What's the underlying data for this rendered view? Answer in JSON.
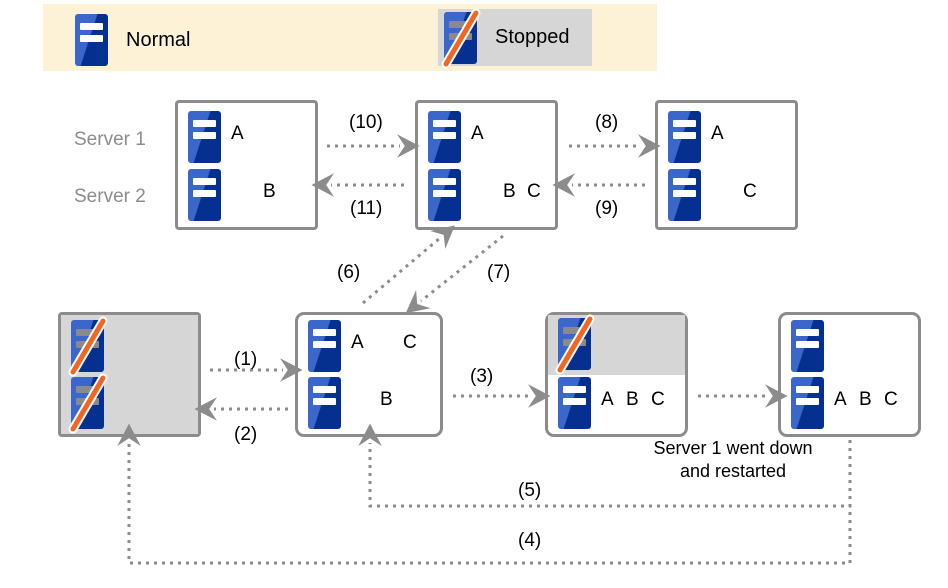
{
  "legend": {
    "normal": {
      "label": "Normal",
      "icon": "server-icon"
    },
    "stopped": {
      "label": "Stopped",
      "icon": "server-stopped-icon"
    }
  },
  "side_labels": {
    "server1": "Server 1",
    "server2": "Server 2"
  },
  "caption": {
    "line1": "Server 1 went down",
    "line2": "and restarted"
  },
  "colors": {
    "legend_background": "#fdf2d5",
    "stopped_background": "#d6d6d6",
    "box_border": "#8c8c8c",
    "icon_light_blue": "#3b66cc",
    "icon_dark_blue": "#06308f",
    "icon_bar_normal": "#ffffff",
    "icon_bar_stopped": "#8a8a8a",
    "slash_orange": "#f26522",
    "arrow_gray": "#8c8c8c",
    "label_gray": "#8c8c8c"
  },
  "states": [
    {
      "id": "top-1",
      "server1": {
        "status": "normal",
        "resources": [
          "A"
        ]
      },
      "server2": {
        "status": "normal",
        "resources": [
          "B"
        ]
      }
    },
    {
      "id": "top-2",
      "server1": {
        "status": "normal",
        "resources": [
          "A"
        ]
      },
      "server2": {
        "status": "normal",
        "resources": [
          "B",
          "C"
        ]
      }
    },
    {
      "id": "top-3",
      "server1": {
        "status": "normal",
        "resources": [
          "A"
        ]
      },
      "server2": {
        "status": "normal",
        "resources": [
          "C"
        ]
      }
    },
    {
      "id": "bottom-1",
      "server1": {
        "status": "stopped",
        "resources": []
      },
      "server2": {
        "status": "stopped",
        "resources": []
      }
    },
    {
      "id": "bottom-2",
      "server1": {
        "status": "normal",
        "resources": [
          "A",
          "C"
        ]
      },
      "server2": {
        "status": "normal",
        "resources": [
          "B"
        ]
      }
    },
    {
      "id": "bottom-3",
      "server1": {
        "status": "stopped",
        "resources": []
      },
      "server2": {
        "status": "normal",
        "resources": [
          "A",
          "B",
          "C"
        ]
      }
    },
    {
      "id": "bottom-4",
      "server1": {
        "status": "normal",
        "resources": []
      },
      "server2": {
        "status": "normal",
        "resources": [
          "A",
          "B",
          "C"
        ]
      }
    }
  ],
  "transitions": [
    {
      "id": "t1",
      "label": "(1)",
      "from": "bottom-1",
      "to": "bottom-2"
    },
    {
      "id": "t2",
      "label": "(2)",
      "from": "bottom-2",
      "to": "bottom-1"
    },
    {
      "id": "t3",
      "label": "(3)",
      "from": "bottom-2",
      "to": "bottom-3"
    },
    {
      "id": "t4",
      "label": "(4)",
      "from": "bottom-4",
      "to": "bottom-1"
    },
    {
      "id": "t5",
      "label": "(5)",
      "from": "bottom-4",
      "to": "bottom-2"
    },
    {
      "id": "t6",
      "label": "(6)",
      "from": "bottom-2",
      "to": "top-2"
    },
    {
      "id": "t7",
      "label": "(7)",
      "from": "top-2",
      "to": "bottom-2"
    },
    {
      "id": "t8",
      "label": "(8)",
      "from": "top-2",
      "to": "top-3"
    },
    {
      "id": "t9",
      "label": "(9)",
      "from": "top-3",
      "to": "top-2"
    },
    {
      "id": "t10",
      "label": "(10)",
      "from": "top-1",
      "to": "top-2"
    },
    {
      "id": "t11",
      "label": "(11)",
      "from": "top-2",
      "to": "top-1"
    }
  ]
}
